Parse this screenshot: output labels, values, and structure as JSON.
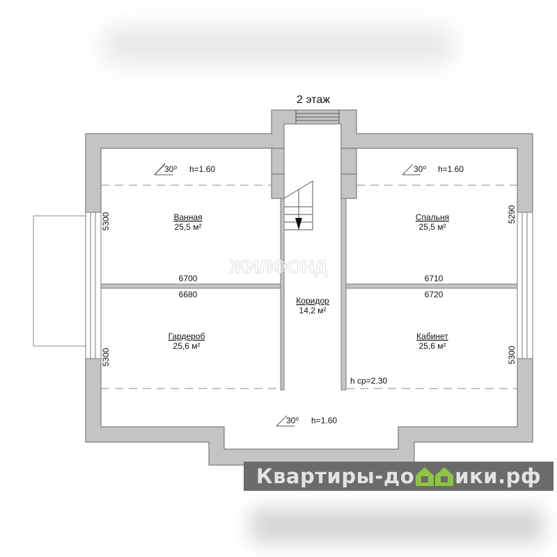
{
  "title": "2 этаж",
  "rooms": [
    {
      "name": "Ванная",
      "area": "25,5 м²"
    },
    {
      "name": "Спальня",
      "area": "25,5 м²"
    },
    {
      "name": "Коридор",
      "area": "14,2 м²"
    },
    {
      "name": "Гардероб",
      "area": "25,6 м²"
    },
    {
      "name": "Кабинет",
      "area": "25,6 м²"
    }
  ],
  "dimensions": {
    "left_top": "5300",
    "left_bottom": "5300",
    "right_top": "5290",
    "right_bottom": "5300",
    "wall_top_left": "6700",
    "wall_bottom_left": "6680",
    "wall_top_right": "6710",
    "wall_bottom_right": "6720"
  },
  "roof": {
    "angle": "30⁰",
    "height": "h=1.60",
    "avg_height": "h ср=2.30"
  },
  "watermark": "ЖИЛФОНД",
  "banner": {
    "left": "Квартиры-до",
    "right": "ики.рф"
  },
  "colors": {
    "wall": "#c4c4c4",
    "banner": "#6b6b6b",
    "logo": "#8cc63f"
  }
}
